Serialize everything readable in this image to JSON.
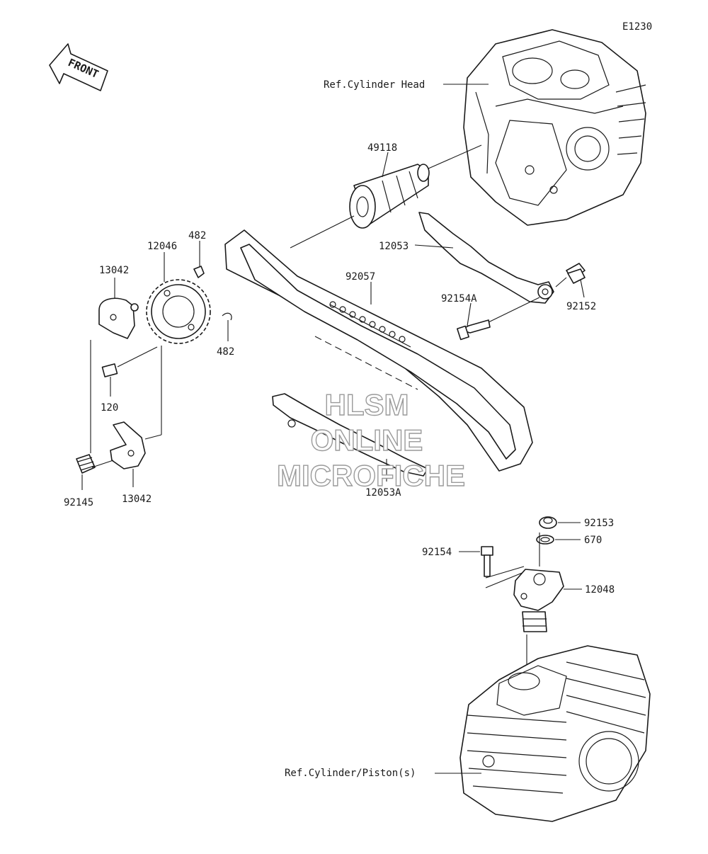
{
  "diagram_code": "E1230",
  "front_arrow_label": "FRONT",
  "references": {
    "cylinder_head": "Ref.Cylinder Head",
    "cylinder_piston": "Ref.Cylinder/Piston(s)"
  },
  "parts": {
    "p49118": "49118",
    "p12053": "12053",
    "p92057": "92057",
    "p92154A": "92154A",
    "p92152": "92152",
    "p12046": "12046",
    "p482_top": "482",
    "p482_bottom": "482",
    "p13042_top": "13042",
    "p13042_bottom": "13042",
    "p120": "120",
    "p92145": "92145",
    "p12053A": "12053A",
    "p92153": "92153",
    "p670": "670",
    "p92154": "92154",
    "p12048": "12048"
  },
  "watermark": {
    "line1": "HLSM",
    "line2": "ONLINE",
    "line3": "MICROFICHE"
  }
}
